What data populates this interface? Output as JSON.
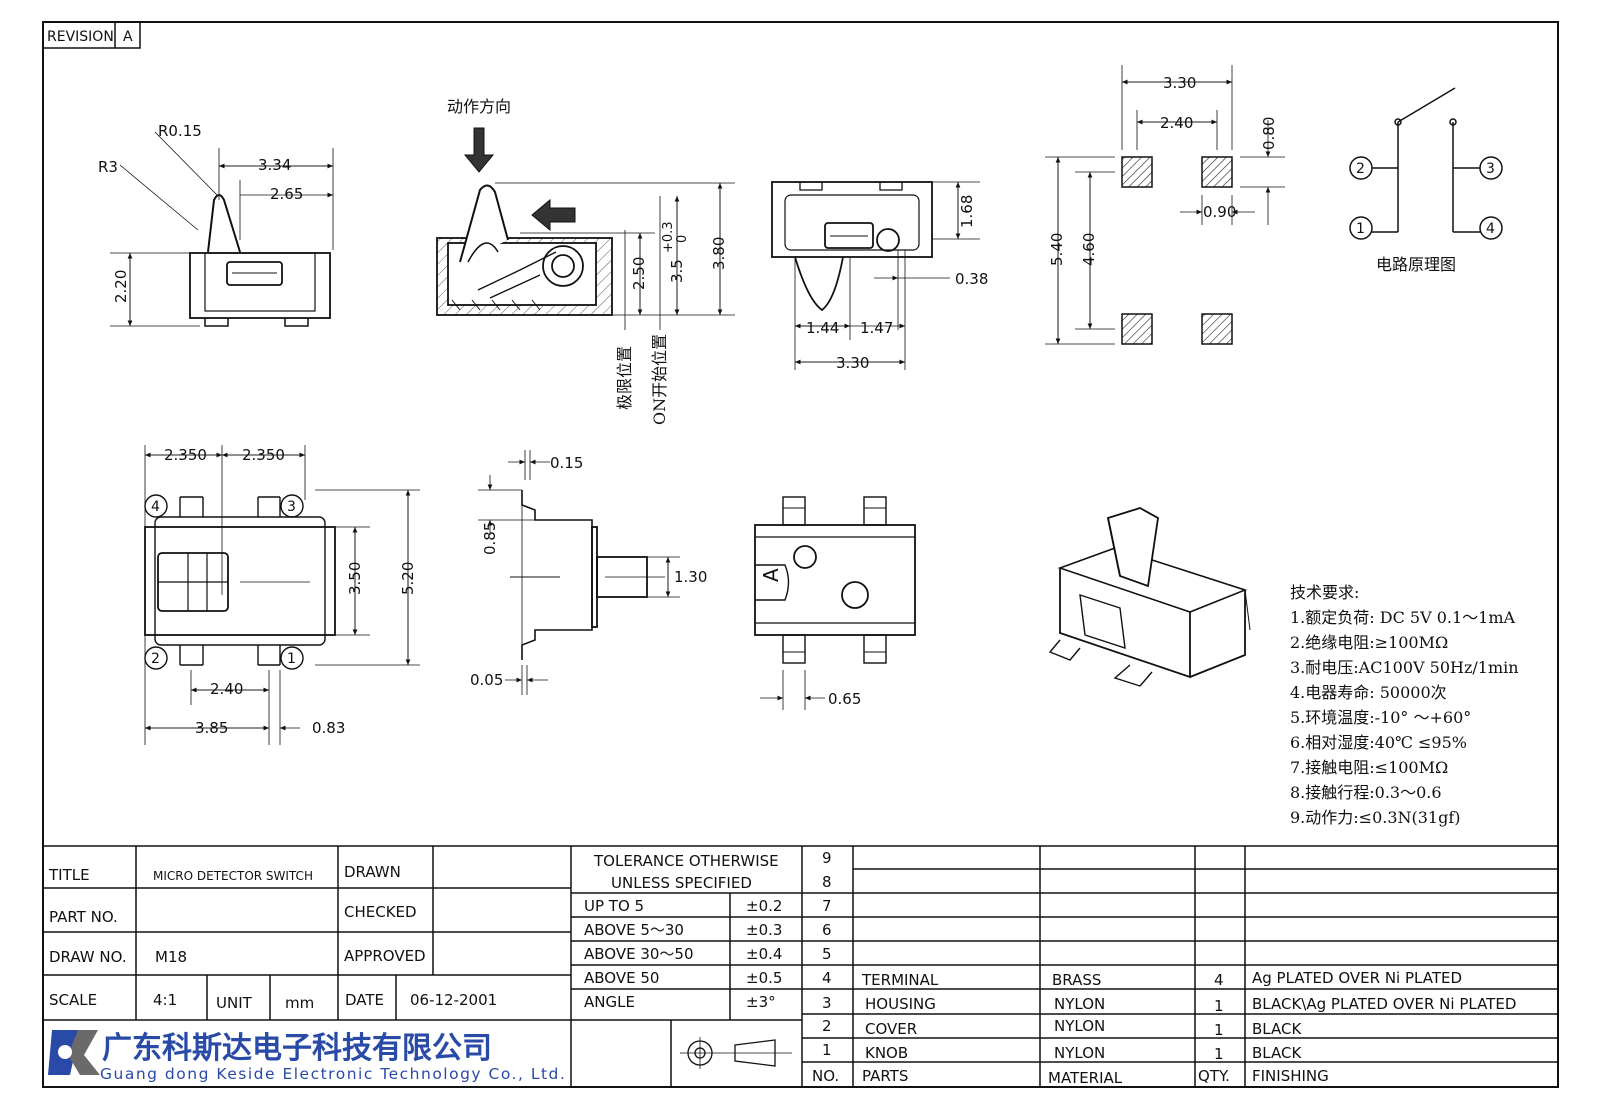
{
  "revision": {
    "label": "REVISION",
    "value": "A"
  },
  "top_views": {
    "side": {
      "r_small": "R0.15",
      "r_large": "R3",
      "w1": "3.34",
      "w2": "2.65",
      "h": "2.20"
    },
    "action": {
      "direction_label": "动作方向",
      "d1": "2.50",
      "d2": "3.5",
      "d2_tol_top": "+0.3",
      "d2_tol_bot": "0",
      "d3": "3.80",
      "pos_limit": "极限位置",
      "pos_on": "ON开始位置"
    },
    "front": {
      "h": "1.68",
      "d_off": "0.38",
      "w1": "1.44",
      "w2": "1.47",
      "w_total": "3.30"
    },
    "footprint": {
      "w_outer": "3.30",
      "w_inner": "2.40",
      "pad_h": "0.80",
      "pad_w": "0.90",
      "h_outer": "5.40",
      "h_inner": "4.60"
    },
    "circuit": {
      "pins": [
        "2",
        "1",
        "3",
        "4"
      ],
      "label": "电路原理图"
    }
  },
  "mid_views": {
    "top": {
      "w_left": "2.350",
      "w_right": "2.350",
      "h_inner": "3.50",
      "h_outer": "5.20",
      "pitch": "2.40",
      "length": "3.85",
      "offset": "0.83",
      "pins": [
        "4",
        "3",
        "2",
        "1"
      ]
    },
    "profile": {
      "t_top": "0.15",
      "h1": "0.85",
      "stem": "1.30",
      "t_bot": "0.05"
    },
    "bottom": {
      "marking": "A",
      "lead_w": "0.65"
    }
  },
  "specs": {
    "title": "技术要求:",
    "items": [
      "1.额定负荷: DC 5V  0.1～1mA",
      "2.绝缘电阻:≥100MΩ",
      "3.耐电压:AC100V 50Hz/1min",
      "4.电器寿命: 50000次",
      "5.环境温度:-10° ～+60°",
      "6.相对湿度:40℃  ≤95%",
      "7.接触电阻:≤100MΩ",
      "8.接触行程:0.3～0.6",
      "9.动作力:≤0.3N(31gf)"
    ]
  },
  "title_block": {
    "title_label": "TITLE",
    "title_value": "MICRO DETECTOR SWITCH",
    "part_no_label": "PART NO.",
    "part_no_value": "",
    "draw_no_label": "DRAW NO.",
    "draw_no_value": "M18",
    "scale_label": "SCALE",
    "scale_value": "4:1",
    "unit_label": "UNIT",
    "unit_value": "mm",
    "drawn_label": "DRAWN",
    "checked_label": "CHECKED",
    "approved_label": "APPROVED",
    "date_label": "DATE",
    "date_value": "06-12-2001",
    "tol_title_1": "TOLERANCE OTHERWISE",
    "tol_title_2": "UNLESS SPECIFIED",
    "tolerances": [
      {
        "range": "UP TO 5",
        "value": "±0.2"
      },
      {
        "range": "ABOVE 5～30",
        "value": "±0.3"
      },
      {
        "range": "ABOVE 30～50",
        "value": "±0.4"
      },
      {
        "range": "ABOVE 50",
        "value": "±0.5"
      },
      {
        "range": "ANGLE",
        "value": "±3°"
      }
    ],
    "company_cn": "广东科斯达电子科技有限公司",
    "company_en": "Guang dong Keside Electronic Technology Co., Ltd."
  },
  "bom": {
    "headers": {
      "no": "NO.",
      "parts": "PARTS",
      "material": "MATERIAL",
      "qty": "QTY.",
      "finishing": "FINISHING"
    },
    "rows": [
      {
        "no": "9",
        "parts": "",
        "material": "",
        "qty": "",
        "finishing": ""
      },
      {
        "no": "8",
        "parts": "",
        "material": "",
        "qty": "",
        "finishing": ""
      },
      {
        "no": "7",
        "parts": "",
        "material": "",
        "qty": "",
        "finishing": ""
      },
      {
        "no": "6",
        "parts": "",
        "material": "",
        "qty": "",
        "finishing": ""
      },
      {
        "no": "5",
        "parts": "",
        "material": "",
        "qty": "",
        "finishing": ""
      },
      {
        "no": "4",
        "parts": "TERMINAL",
        "material": "BRASS",
        "qty": "4",
        "finishing": "Ag PLATED OVER Ni PLATED"
      },
      {
        "no": "3",
        "parts": "HOUSING",
        "material": "NYLON",
        "qty": "1",
        "finishing": "BLACK\\Ag PLATED OVER Ni PLATED"
      },
      {
        "no": "2",
        "parts": "COVER",
        "material": "NYLON",
        "qty": "1",
        "finishing": "BLACK"
      },
      {
        "no": "1",
        "parts": "KNOB",
        "material": "NYLON",
        "qty": "1",
        "finishing": "BLACK"
      }
    ]
  }
}
